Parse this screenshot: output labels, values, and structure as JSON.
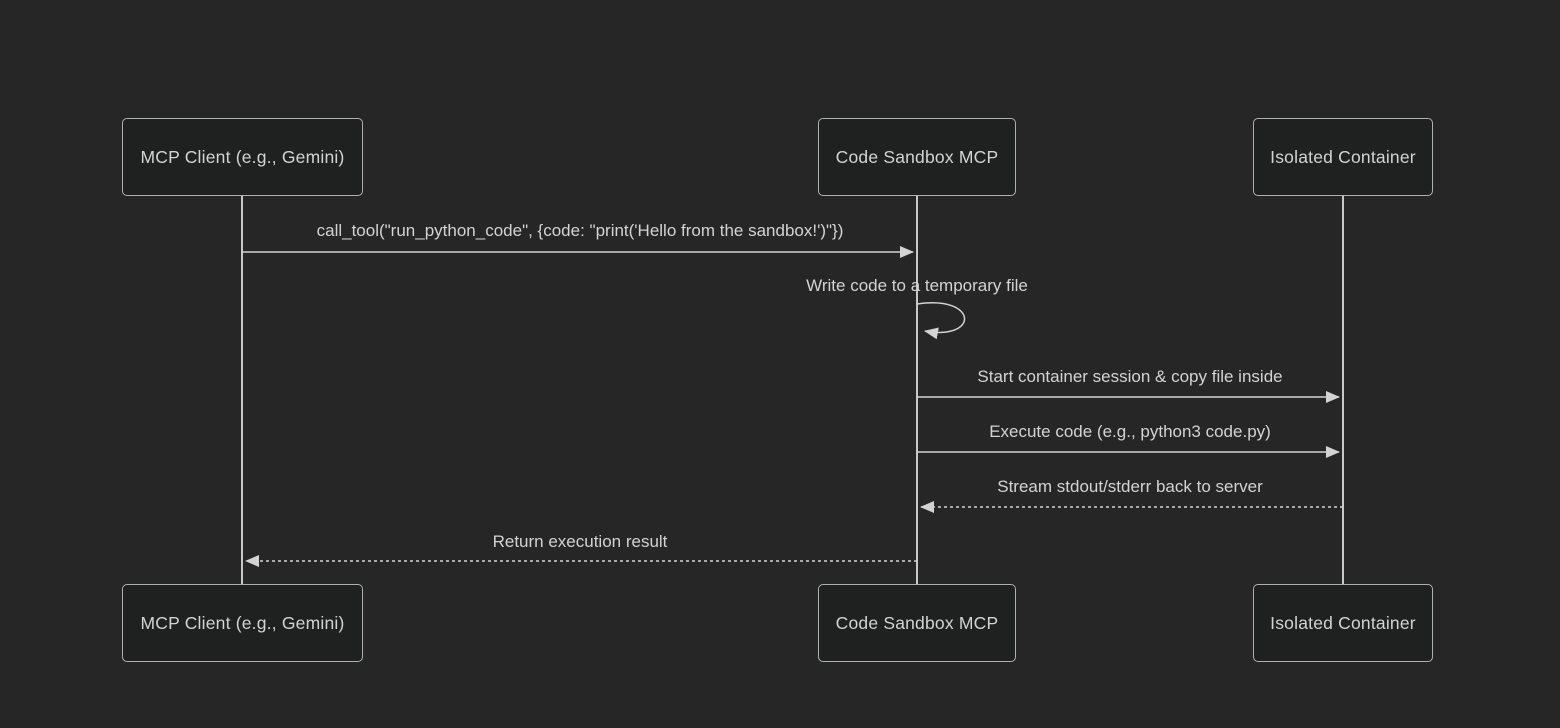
{
  "diagram": {
    "type": "sequence-diagram",
    "background": "#262626",
    "colors": {
      "actor_fill": "#1f2020",
      "actor_border": "#b0b0b0",
      "text": "#d3d3d3",
      "message_line": "#d3d3d3",
      "lifeline": "#c8c8c8"
    },
    "actors": [
      {
        "id": "mcp-client",
        "label": "MCP Client (e.g., Gemini)"
      },
      {
        "id": "code-sandbox-mcp",
        "label": "Code Sandbox MCP"
      },
      {
        "id": "isolated-container",
        "label": "Isolated Container"
      }
    ],
    "messages": [
      {
        "from": "mcp-client",
        "to": "code-sandbox-mcp",
        "style": "solid",
        "label": "call_tool(\"run_python_code\", {code: \"print('Hello from the sandbox!')\"})"
      },
      {
        "from": "code-sandbox-mcp",
        "to": "code-sandbox-mcp",
        "style": "self-loop",
        "label": "Write code to a temporary file"
      },
      {
        "from": "code-sandbox-mcp",
        "to": "isolated-container",
        "style": "solid",
        "label": "Start container session & copy file inside"
      },
      {
        "from": "code-sandbox-mcp",
        "to": "isolated-container",
        "style": "solid",
        "label": "Execute code (e.g., python3 code.py)"
      },
      {
        "from": "isolated-container",
        "to": "code-sandbox-mcp",
        "style": "dashed",
        "label": "Stream stdout/stderr back to server"
      },
      {
        "from": "code-sandbox-mcp",
        "to": "mcp-client",
        "style": "dashed",
        "label": "Return execution result"
      }
    ]
  }
}
